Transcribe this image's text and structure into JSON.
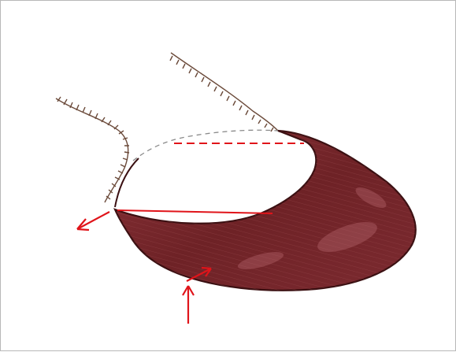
{
  "illustration": {
    "subject": "anatomical-sketch",
    "colors": {
      "tissue_fill": "#7a2a2e",
      "tissue_dark": "#5b1a1e",
      "outline": "#3b1012",
      "hair": "#6b4a3a",
      "arrow": "#e0141a",
      "dashed_gray": "#8a8a8a",
      "background": "#ffffff",
      "frame": "#b8b8b8"
    },
    "arrows": [
      {
        "id": "arrow-left-outward",
        "direction": "down-left"
      },
      {
        "id": "arrow-diagonal-up",
        "direction": "up-right"
      },
      {
        "id": "arrow-vertical-up",
        "direction": "up"
      }
    ]
  }
}
